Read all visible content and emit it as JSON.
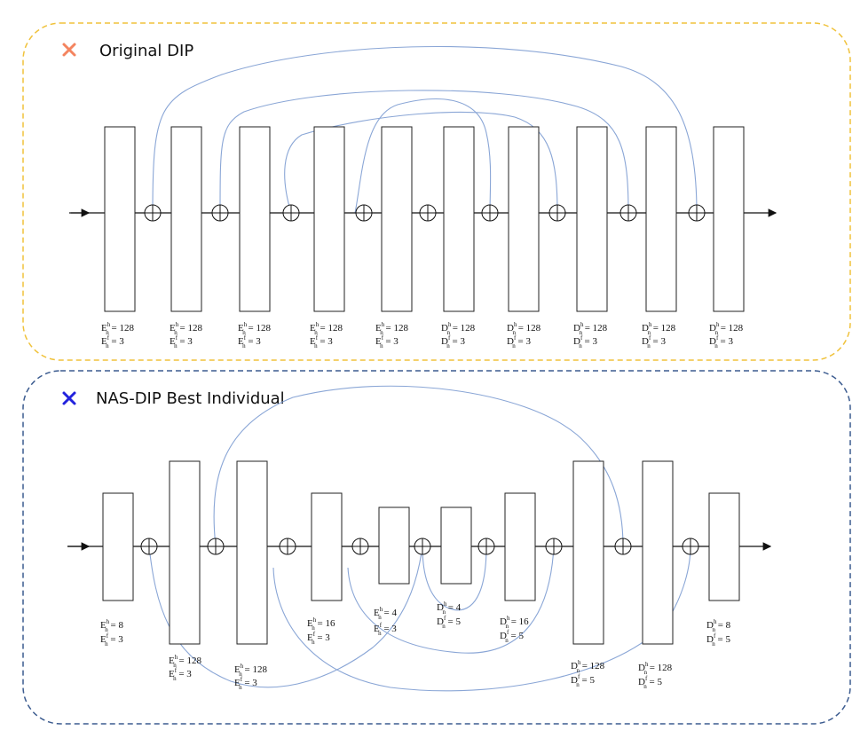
{
  "panels": [
    {
      "title": "Original DIP",
      "marker_color": "#f4845f",
      "border_color": "#f0c23b",
      "blocks": [
        {
          "sym": "E",
          "h": "128",
          "f": "3"
        },
        {
          "sym": "E",
          "h": "128",
          "f": "3"
        },
        {
          "sym": "E",
          "h": "128",
          "f": "3"
        },
        {
          "sym": "E",
          "h": "128",
          "f": "3"
        },
        {
          "sym": "E",
          "h": "128",
          "f": "3"
        },
        {
          "sym": "D",
          "h": "128",
          "f": "3"
        },
        {
          "sym": "D",
          "h": "128",
          "f": "3"
        },
        {
          "sym": "D",
          "h": "128",
          "f": "3"
        },
        {
          "sym": "D",
          "h": "128",
          "f": "3"
        },
        {
          "sym": "D",
          "h": "128",
          "f": "3"
        }
      ]
    },
    {
      "title": "NAS-DIP Best Individual",
      "marker_color": "#2222dd",
      "border_color": "#3b5b8f",
      "blocks": [
        {
          "sym": "E",
          "h": "8",
          "f": "3"
        },
        {
          "sym": "E",
          "h": "128",
          "f": "3"
        },
        {
          "sym": "E",
          "h": "128",
          "f": "3"
        },
        {
          "sym": "E",
          "h": "16",
          "f": "3"
        },
        {
          "sym": "E",
          "h": "4",
          "f": "3"
        },
        {
          "sym": "D",
          "h": "4",
          "f": "5"
        },
        {
          "sym": "D",
          "h": "16",
          "f": "5"
        },
        {
          "sym": "D",
          "h": "128",
          "f": "5"
        },
        {
          "sym": "D",
          "h": "128",
          "f": "5"
        },
        {
          "sym": "D",
          "h": "8",
          "f": "5"
        }
      ]
    }
  ]
}
